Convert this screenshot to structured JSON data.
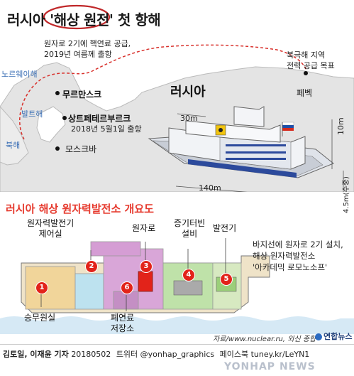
{
  "header": {
    "title_prefix": "러시아 '",
    "title_highlight": "해상 원전",
    "title_suffix": "' 첫 항해"
  },
  "map": {
    "seas": {
      "norwegian": "노르웨이해",
      "baltic": "발트해",
      "north": "북해"
    },
    "notes": {
      "murmansk_note_1": "원자로 2기에 핵연료 공급,",
      "murmansk_note_2": "2019년 여름께 출항",
      "pevek_note_1": "북극해 지역",
      "pevek_note_2": "전력 공급 목표",
      "spb_note": "2018년 5월1일 출항"
    },
    "cities": {
      "murmansk": "무르만스크",
      "spb": "상트페테르부르크",
      "moscow": "모스크바",
      "pevek": "페벡"
    },
    "country": "러시아"
  },
  "ship": {
    "dims": {
      "width": "30m",
      "length": "140m",
      "height": "10m",
      "draft": "4.5m(수중)"
    }
  },
  "diagram": {
    "title": "러시아 해상 원자력발전소 개요도",
    "parts": [
      {
        "num": "1",
        "label": "승무원실"
      },
      {
        "num": "2",
        "label": "원자력발전기 제어실",
        "line1": "원자력발전기",
        "line2": "제어실"
      },
      {
        "num": "3",
        "label": "원자로"
      },
      {
        "num": "4",
        "label": "증기터빈 설비",
        "line1": "증기터빈",
        "line2": "설비"
      },
      {
        "num": "5",
        "label": "발전기"
      },
      {
        "num": "6",
        "label": "폐연료 저장소",
        "line1": "폐연료",
        "line2": "저장소"
      }
    ],
    "description_1": "바지선에 원자로 2기 설치,",
    "description_2": "해상 원자력발전소",
    "description_3": "'아카데믹 로모노소프'"
  },
  "source": "자료/www.nuclear.ru, 외신 종합",
  "brand": "연합뉴스",
  "footer": {
    "byline": "김토일, 이재윤 기자",
    "date": "20180502",
    "twitter": "트위터 @yonhap_graphics",
    "facebook": "페이스북 tuney.kr/LeYN1"
  },
  "watermark": "YONHAP NEWS",
  "colors": {
    "accent_red": "#e63a2e",
    "badge_red": "#e2231a",
    "route_red": "#d8312c",
    "land": "#e6e6e6",
    "sea": "#ffffff",
    "hull_blue": "#2c4a9c",
    "highlight_circle": "#c0282a"
  }
}
